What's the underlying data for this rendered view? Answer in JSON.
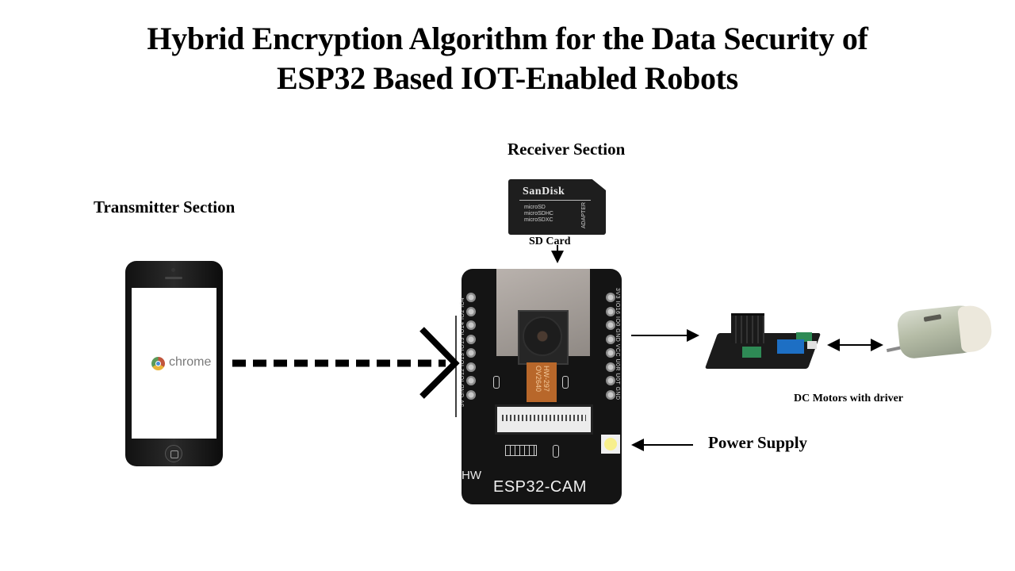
{
  "title": {
    "line1": "Hybrid Encryption Algorithm for the Data Security of",
    "line2": "ESP32 Based IOT-Enabled Robots"
  },
  "sections": {
    "receiver": "Receiver Section",
    "transmitter": "Transmitter Section"
  },
  "labels": {
    "sd_card": "SD Card",
    "motors": "DC Motors with  driver",
    "power": "Power Supply"
  },
  "phone": {
    "app_name": "chrome"
  },
  "sdcard": {
    "brand": "SanDisk",
    "types": "microSD\nmicroSDHC\nmicroSDXC",
    "adapter": "ADAPTER"
  },
  "board": {
    "vendor": "HW",
    "model": "ESP32-CAM",
    "camera_label": "HW-297\nOV2640",
    "pins_left": "5V GND IO12 IO13 IO15 IO14 IO2 IO4",
    "pins_right": "3V3 IO16 IO0 GND VCC U0R U0T GND"
  },
  "colors": {
    "board": "#141414",
    "flex_cable": "#b8672a",
    "terminal_green": "#2e8a55",
    "terminal_blue": "#1d6fc4",
    "led": "#f7ef8c"
  }
}
